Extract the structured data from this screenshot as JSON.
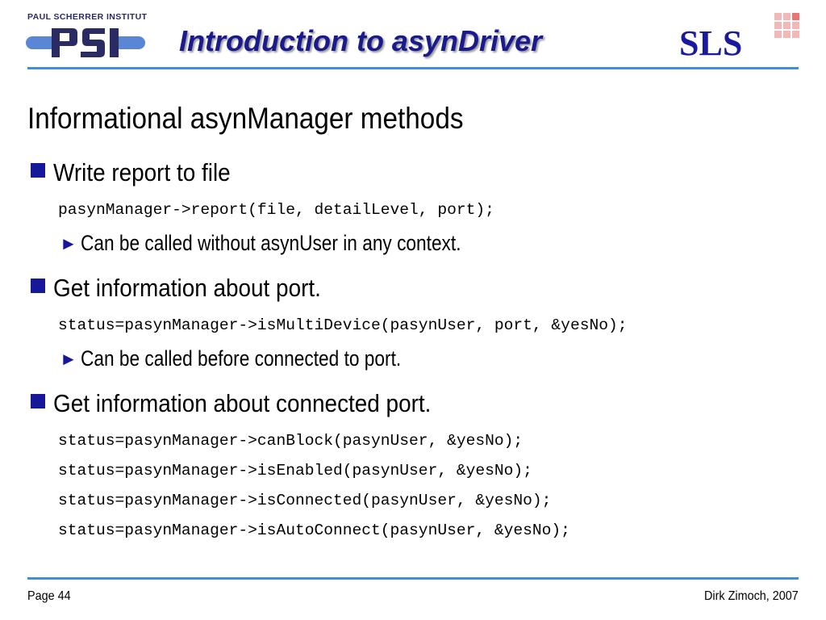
{
  "header": {
    "psi_logo": {
      "institute_name": "PAUL SCHERRER INSTITUT",
      "mark": "PSI",
      "icon": "psi-logo-icon",
      "color": "#2b2b63"
    },
    "title": "Introduction to asynDriver",
    "title_color": "#1a1a8c",
    "sls_logo": {
      "text": "SLS",
      "icon": "sls-logo-icon",
      "color": "#1a1aa0",
      "grid_color": "#f2b8b8"
    },
    "rule_color": "#3d8fe0"
  },
  "content": {
    "heading": "Informational asynManager methods",
    "bullet_icon": "square-bullet-icon",
    "sub_bullet_icon": "right-arrow-icon",
    "bullet_color": "#17179a",
    "bullets": [
      {
        "text": "Write report to file",
        "code": [
          "pasynManager->report(file, detailLevel, port);"
        ],
        "note": "Can be called without asynUser in any context."
      },
      {
        "text": "Get information about port.",
        "code": [
          "status=pasynManager->isMultiDevice(pasynUser, port, &yesNo);"
        ],
        "note": "Can be called before connected to port."
      },
      {
        "text": "Get information about connected port.",
        "code": [
          "status=pasynManager->canBlock(pasynUser, &yesNo);",
          "status=pasynManager->isEnabled(pasynUser, &yesNo);",
          "status=pasynManager->isConnected(pasynUser, &yesNo);",
          "status=pasynManager->isAutoConnect(pasynUser, &yesNo);"
        ]
      }
    ]
  },
  "footer": {
    "page": "Page 44",
    "author": "Dirk Zimoch, 2007"
  }
}
